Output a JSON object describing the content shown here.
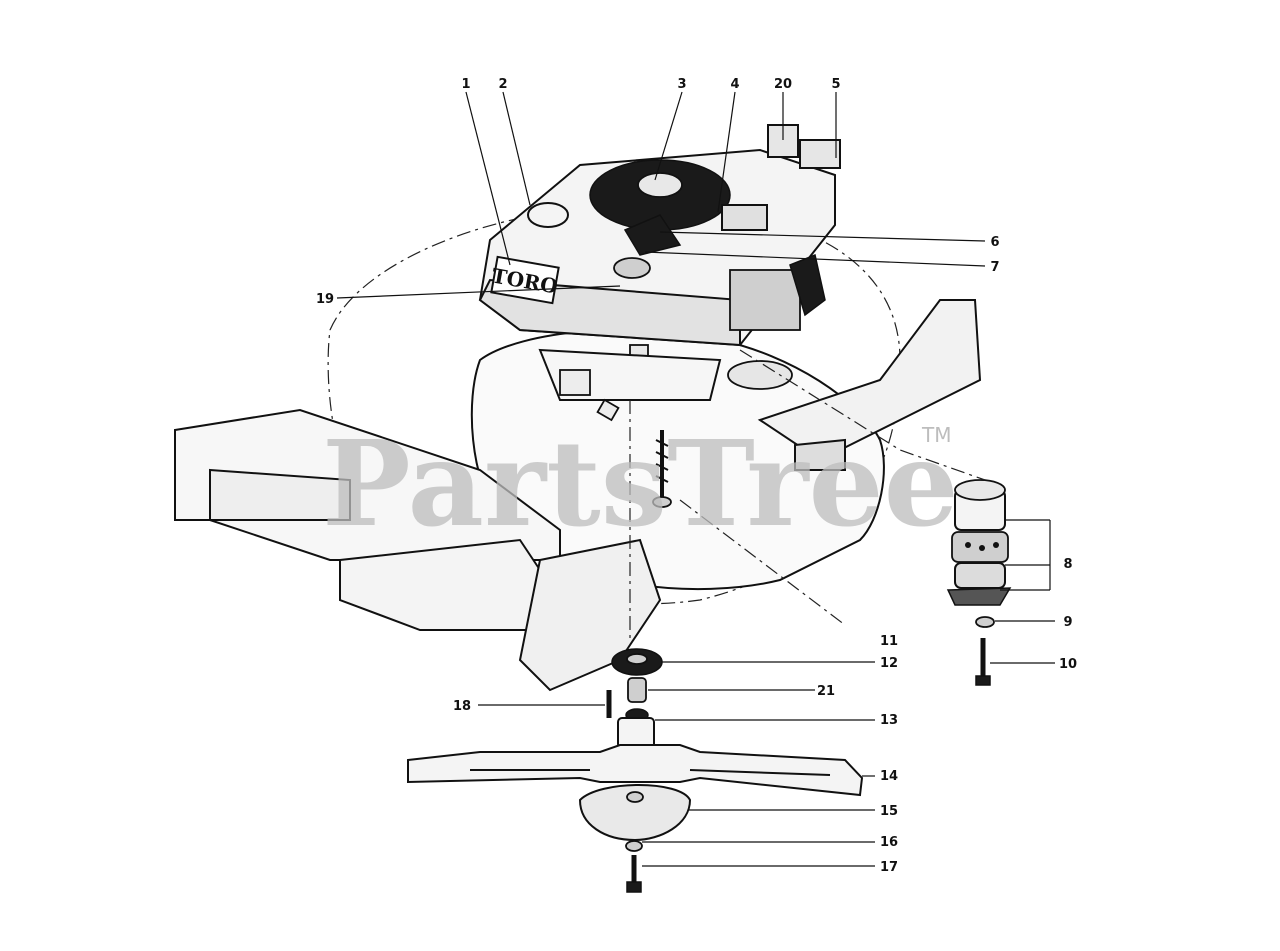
{
  "watermark": {
    "brand": "PartsTree",
    "trademark": "TM"
  },
  "engine_logo": "TORO",
  "callouts": [
    "1",
    "2",
    "3",
    "4",
    "20",
    "5",
    "6",
    "7",
    "19",
    "8",
    "9",
    "10",
    "11",
    "12",
    "21",
    "18",
    "13",
    "14",
    "15",
    "16",
    "17"
  ]
}
